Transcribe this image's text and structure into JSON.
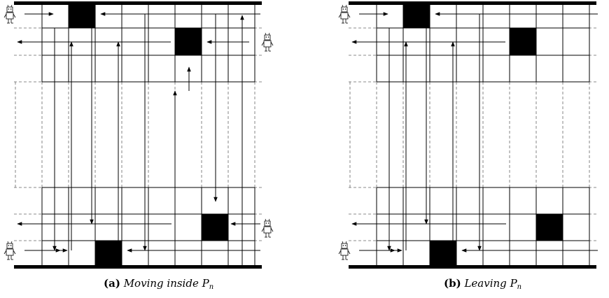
{
  "panels": [
    {
      "id": "a",
      "label": "(a)",
      "text": "Moving inside ",
      "math_main": "P",
      "math_sub": "n"
    },
    {
      "id": "b",
      "label": "(b)",
      "text": "Leaving ",
      "math_main": "P",
      "math_sub": "n"
    }
  ],
  "robot_icon": "robot-icon",
  "colors": {
    "ink": "#000000",
    "obstacle": "#000000",
    "dashed": "#555555"
  }
}
